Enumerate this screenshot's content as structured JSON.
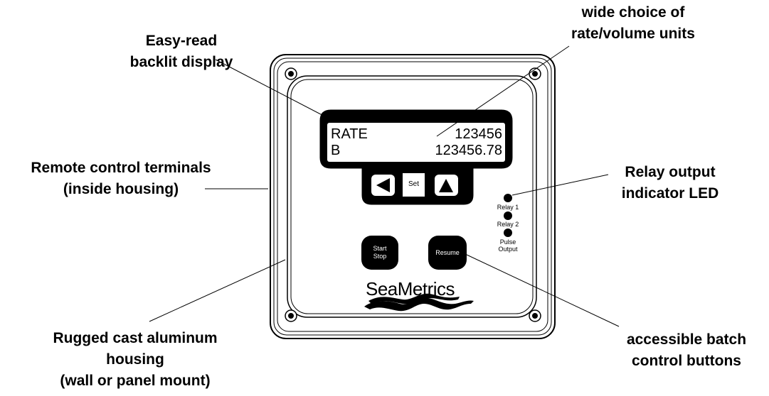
{
  "callouts": {
    "display": [
      "Easy-read",
      "backlit display"
    ],
    "units": [
      "wide choice of",
      "rate/volume units"
    ],
    "terminals": [
      "Remote control terminals",
      "(inside housing)"
    ],
    "relay": [
      "Relay output",
      "indicator LED"
    ],
    "housing": [
      "Rugged cast aluminum",
      "housing",
      "(wall or panel mount)"
    ],
    "batch": [
      "accessible batch",
      "control buttons"
    ]
  },
  "lcd": {
    "line1_left": "RATE",
    "line1_right": "123456",
    "line2_left": "B",
    "line2_right": "123456.78"
  },
  "keypad": {
    "left_icon": "triangle-left-icon",
    "set_label": "Set",
    "up_icon": "triangle-up-icon"
  },
  "indicators": {
    "relay1": "Relay 1",
    "relay2": "Relay 2",
    "pulse_line1": "Pulse",
    "pulse_line2": "Output"
  },
  "buttons": {
    "start_line1": "Start",
    "start_line2": "Stop",
    "resume": "Resume"
  },
  "brand": {
    "logo_text": "SeaMetrics"
  }
}
